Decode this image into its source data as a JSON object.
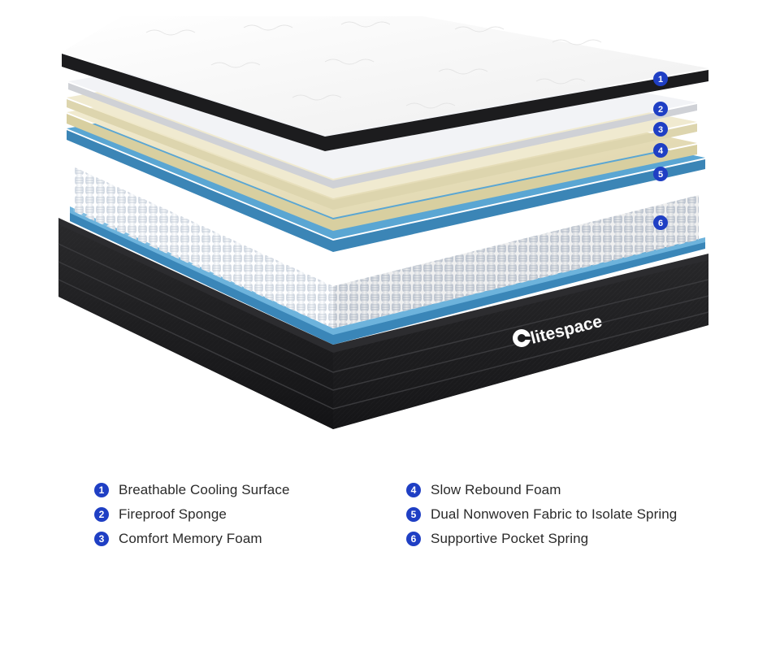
{
  "brand": {
    "name": "litespace"
  },
  "colors": {
    "badge": "#1f3fc4",
    "cover": "#f4f4f4",
    "fabric_dark": "#1b1b1d",
    "foam_blue": "#3e8fc0",
    "memory_foam": "#e6dfbf",
    "spring": "#ffffff"
  },
  "callouts": [
    "1",
    "2",
    "3",
    "4",
    "5",
    "6"
  ],
  "legend": {
    "left": [
      {
        "num": "1",
        "label": "Breathable Cooling Surface"
      },
      {
        "num": "2",
        "label": "Fireproof Sponge"
      },
      {
        "num": "3",
        "label": "Comfort Memory Foam"
      }
    ],
    "right": [
      {
        "num": "4",
        "label": "Slow Rebound Foam"
      },
      {
        "num": "5",
        "label": "Dual Nonwoven Fabric to Isolate Spring"
      },
      {
        "num": "6",
        "label": "Supportive Pocket Spring"
      }
    ]
  }
}
